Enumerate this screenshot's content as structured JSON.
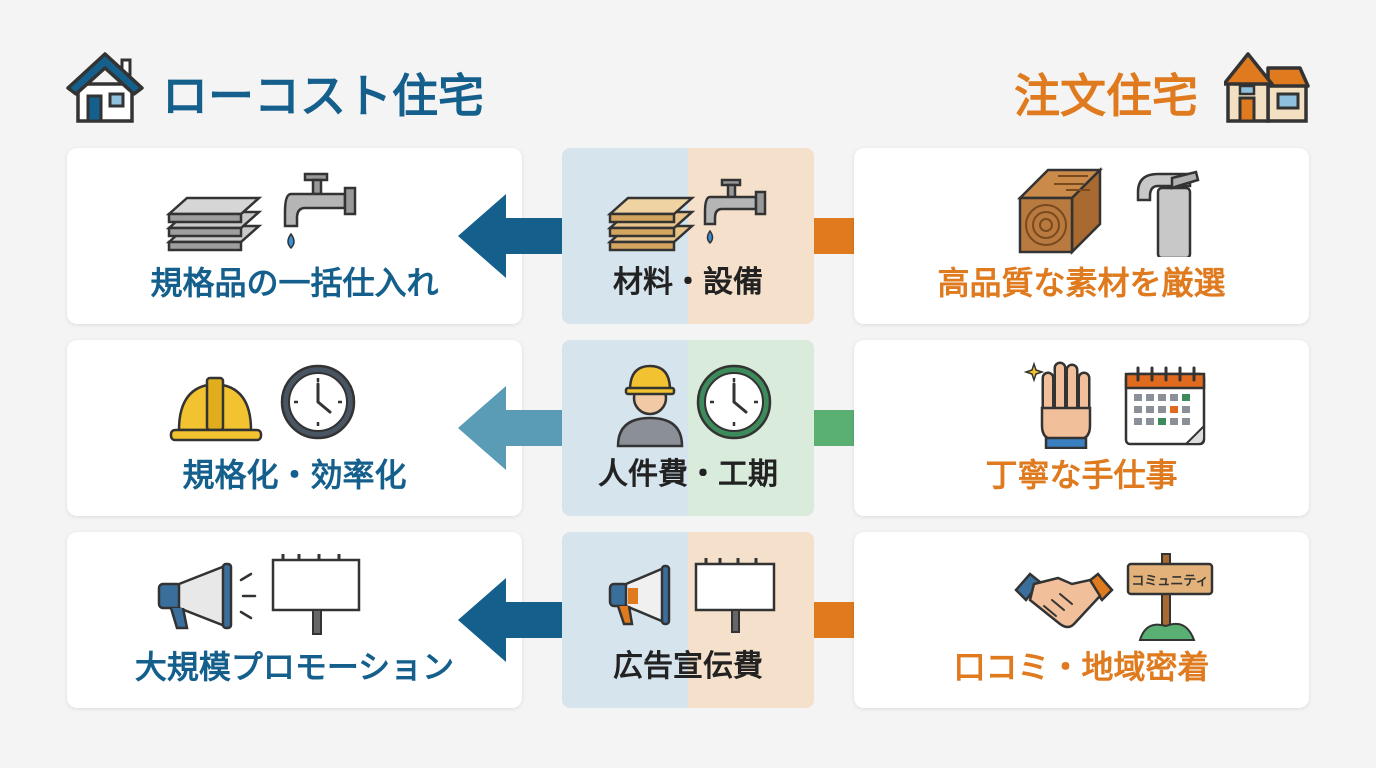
{
  "header": {
    "left_title": "ローコスト住宅",
    "right_title": "注文住宅"
  },
  "rows": [
    {
      "left_label": "規格品の一括仕入れ",
      "center_label": "材料・設備",
      "right_label": "高品質な素材を厳選"
    },
    {
      "left_label": "規格化・効率化",
      "center_label": "人件費・工期",
      "right_label": "丁寧な手仕事"
    },
    {
      "left_label": "大規模プロモーション",
      "center_label": "広告宣伝費",
      "right_label": "口コミ・地域密着",
      "sign_text": "コミュニティ"
    }
  ],
  "colors": {
    "low_cost_blue": "#145f8c",
    "custom_orange": "#df7a1e",
    "labor_arrow_left": "#5a9bb5",
    "labor_arrow_right": "#5aaf72"
  }
}
